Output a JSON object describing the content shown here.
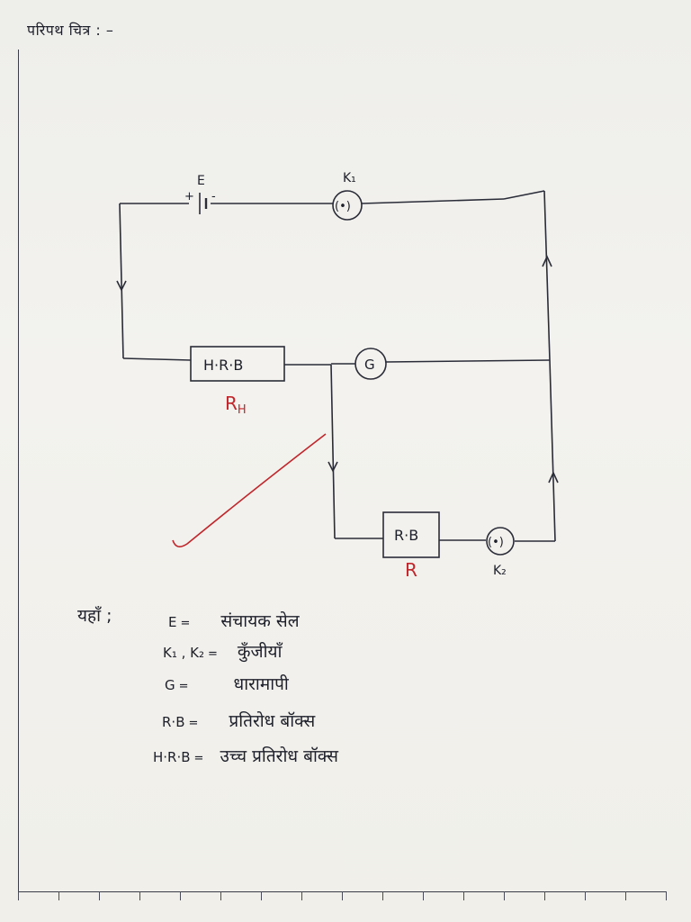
{
  "heading": "परिपथ चित्र : –",
  "diagram": {
    "battery_label": "E",
    "battery_plus": "+",
    "battery_minus": "-",
    "key1_label": "K₁",
    "key2_label": "K₂",
    "hrb_box_label": "H·R·B",
    "hrb_symbol": "R",
    "hrb_symbol_sub": "H",
    "galvanometer_symbol": "G",
    "rb_box_label": "R·B",
    "rb_symbol": "R",
    "key_symbol": "(•)"
  },
  "legend": {
    "intro": "यहाँ ;",
    "items": [
      {
        "symbol": "E",
        "definition": "संचायक सेल"
      },
      {
        "symbol": "K₁ , K₂",
        "definition": "कुँजीयाँ"
      },
      {
        "symbol": "G",
        "definition": "धारामापी"
      },
      {
        "symbol": "R·B",
        "definition": "प्रतिरोध बॉक्स"
      },
      {
        "symbol": "H·R·B",
        "definition": "उच्च प्रतिरोध बॉक्स"
      }
    ],
    "eq_sign": "="
  },
  "colors": {
    "ink": "#1d1f2a",
    "red_ink": "#c0262b",
    "paper": "#f1f0ec"
  }
}
